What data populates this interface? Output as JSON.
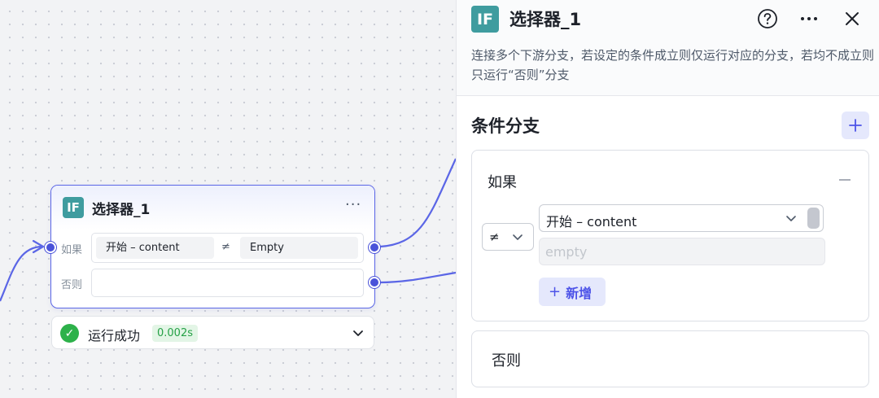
{
  "node": {
    "icon_text": "IF",
    "title": "选择器_1",
    "more": "···",
    "if_label": "如果",
    "else_label": "否则",
    "condition": {
      "left": "开始  –  content",
      "operator": "≠",
      "right": "Empty"
    }
  },
  "status": {
    "text": "运行成功",
    "time": "0.002s"
  },
  "panel": {
    "icon_text": "IF",
    "title": "选择器_1",
    "description": "连接多个下游分支，若设定的条件成立则仅运行对应的分支，若均不成立则只运行“否则”分支",
    "section_title": "条件分支",
    "if_card": {
      "label": "如果",
      "operator": "≠",
      "variable": "开始  –  content",
      "value_placeholder": "empty",
      "add_label": "新增"
    },
    "else_card": {
      "label": "否则"
    }
  },
  "colors": {
    "accent": "#4a52d9",
    "if_icon": "#3f9c9f",
    "success": "#2db14a"
  }
}
